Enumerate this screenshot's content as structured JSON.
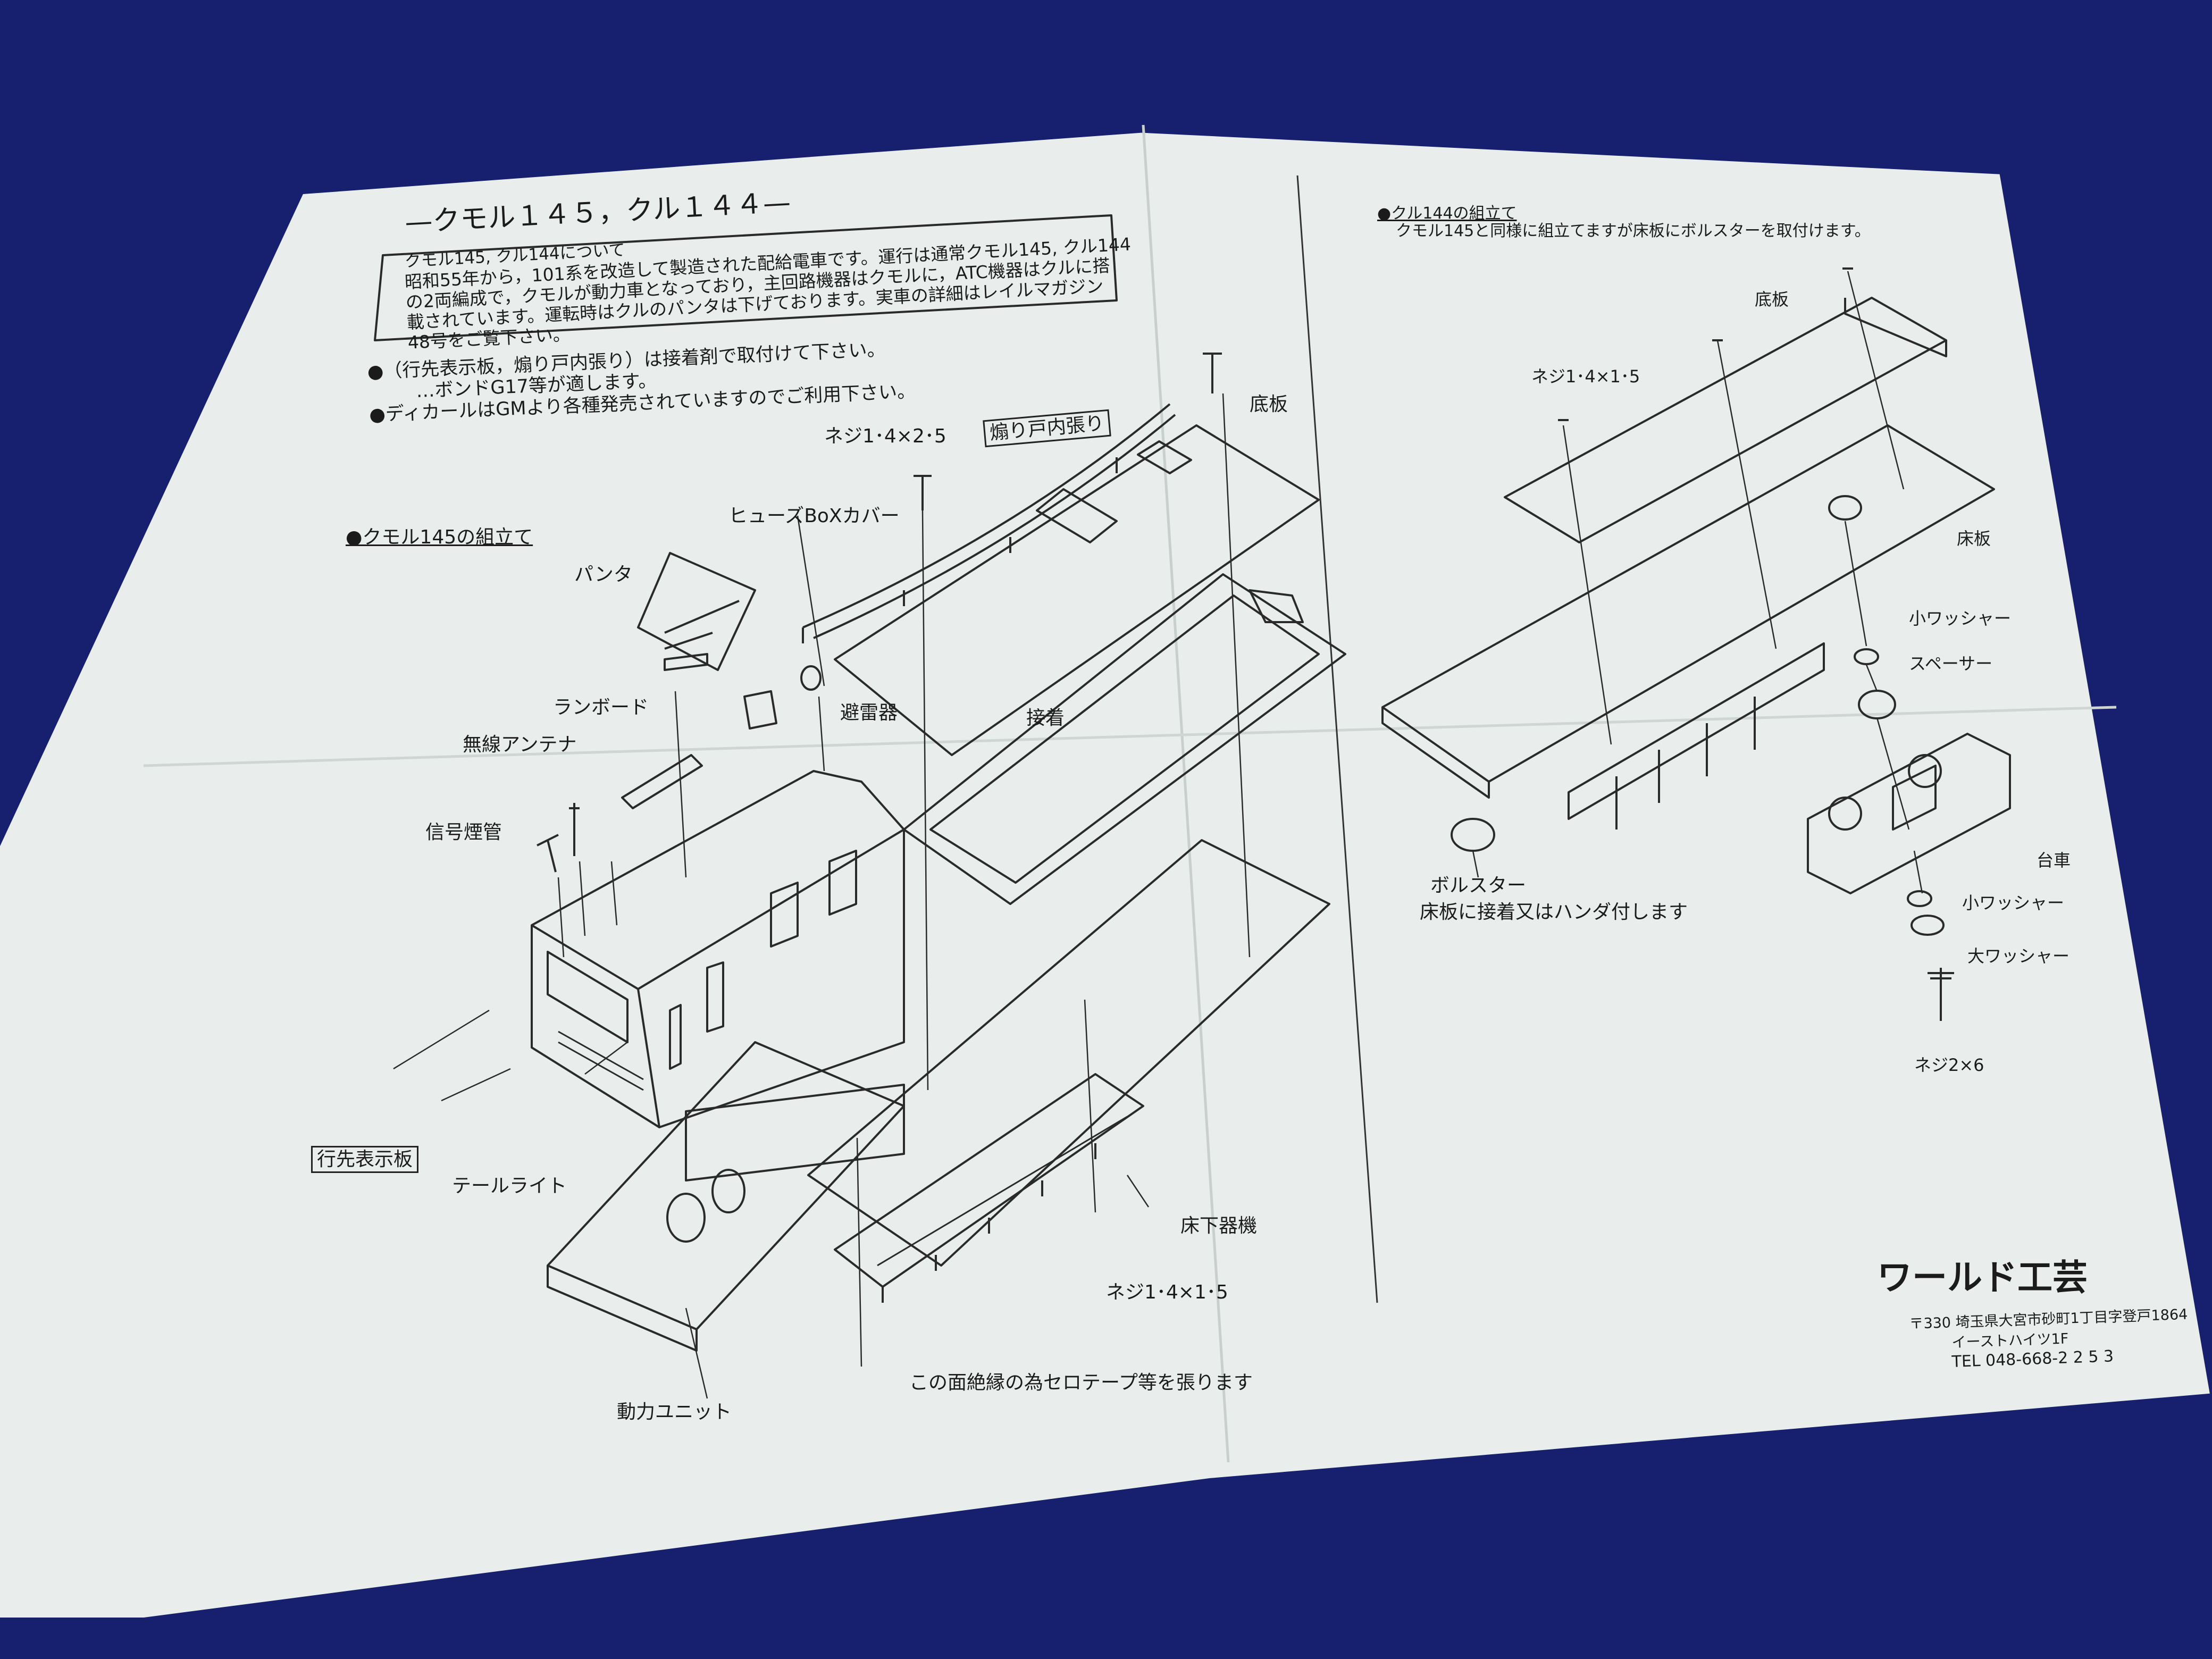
{
  "header": {
    "title": "—クモル１４５，クル１４４—",
    "about_heading": "クモル145, クル144について",
    "about_lines": [
      "昭和55年から，101系を改造して製造された配給電車です。運行は通常クモル145, クル144",
      "の2両編成で，クモルが動力車となっており，主回路機器はクモルに，ATC機器はクルに搭",
      "載されています。運転時はクルのパンタは下げております。実車の詳細はレイルマガジン",
      "48号をご覧下さい。"
    ]
  },
  "notes": [
    "●（行先表示板，煽り戸内張り）は接着剤で取付けて下さい。",
    "…ボンドG17等が適します。",
    "●ディカールはGMより各種発売されていますのでご利用下さい。"
  ],
  "left_section": {
    "title": "●クモル145の組立て",
    "labels": {
      "aori": "煽り戸内張り",
      "sokoita": "底板",
      "neji_245": "ネジ1･4×2･5",
      "fuse": "ヒューズBoXカバー",
      "panta": "パンタ",
      "raiki": "避雷器",
      "chakuchaku": "接着",
      "runboard": "ランボード",
      "antenna": "無線アンテナ",
      "shingo": "信号煙管",
      "ikisaki": "行先表示板",
      "tail": "テールライト",
      "underfloor": "床下器機",
      "neji_1415": "ネジ1･4×1･5",
      "power": "動力ユニット",
      "insulate": "この面絶縁の為セロテープ等を張ります"
    }
  },
  "right_section": {
    "title": "●クル144の組立て",
    "subtitle": "クモル145と同様に組立てますが床板にボルスターを取付けます。",
    "labels": {
      "sokoita": "底板",
      "neji": "ネジ1･4×1･5",
      "yukaita": "床板",
      "small_washer": "小ワッシャー",
      "spacer": "スペーサー",
      "bolster": "ボルスター",
      "bolster_note": "床板に接着又はハンダ付します",
      "daisha": "台車",
      "small_washer2": "小ワッシャー",
      "large_washer": "大ワッシャー",
      "neji26": "ネジ2×6"
    }
  },
  "footer": {
    "company": "ワールド工芸",
    "address1": "〒330 埼玉県大宮市砂町1丁目字登戸1864",
    "address2": "イーストハイツ1F",
    "tel": "TEL 048-668-2 2 5 3"
  }
}
